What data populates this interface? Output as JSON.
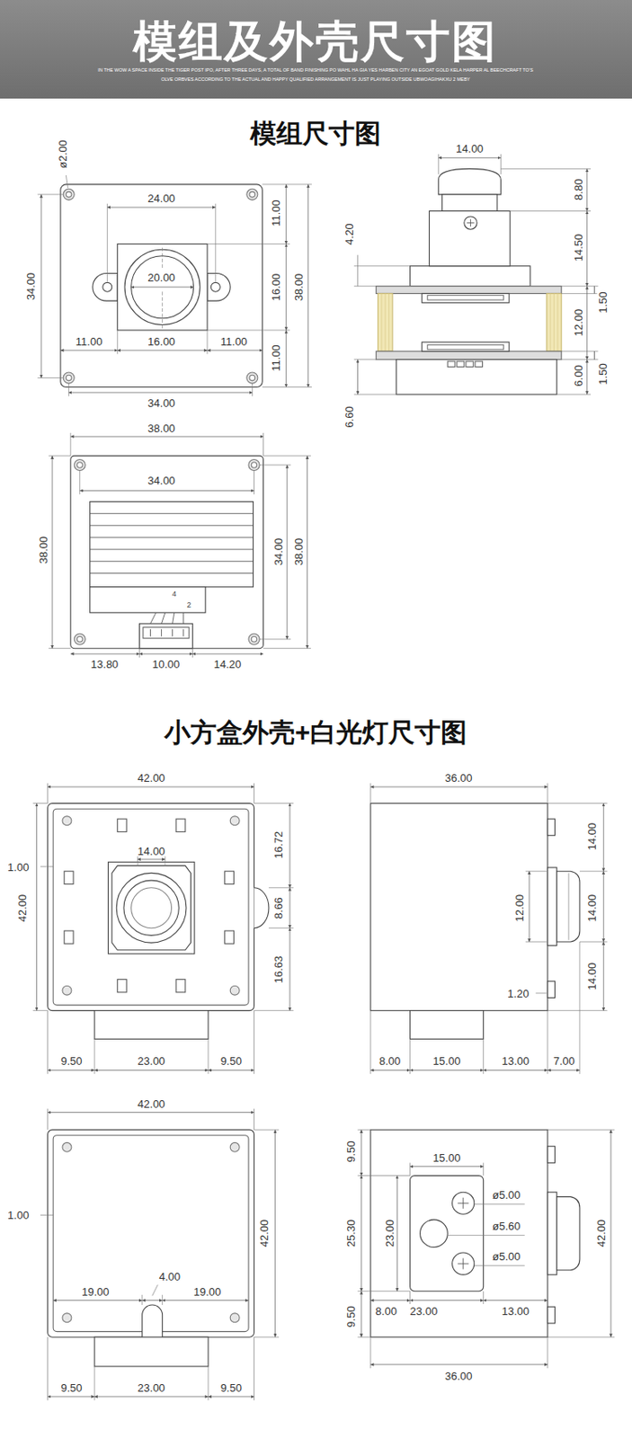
{
  "diagram": {
    "title": "模组及外壳尺寸图",
    "labels": [
      "IN THE WOW A SPACE INSIDE THE TIGER POST IPO, AFTER THREE DAYS, A TOTAL OF BAND FINISHING PO WAHL HA GIA YES HARBEN CITY AN EGOAT GOLD KELA HARPER AL BEECHCRAFT TO'S",
      "OLVE ORBVES ACCORDING TO THE ACTUAL AND HAPPY QUALIFIED ARRANGEMENT IS JUST PLAYING OUTSIDE UBWOAGIHAKXU 2 MEBY",
      "模组尺寸图",
      "ø2.00",
      "24.00",
      "20.00",
      "34.00",
      "11.00",
      "16.00",
      "11.00",
      "38.00",
      "11.00",
      "16.00",
      "11.00",
      "34.00",
      "14.00",
      "8.80",
      "4.20",
      "14.50",
      "1.50",
      "12.00",
      "6.00",
      "1.50",
      "6.60",
      "38.00",
      "34.00",
      "38.00",
      "34.00",
      "38.00",
      "4",
      "2",
      "13.80",
      "10.00",
      "14.20",
      "小方盒外壳+白光灯尺寸图",
      "42.00",
      "36.00",
      "16.72",
      "14.00",
      "14.00",
      "1.00",
      "42.00",
      "8.66",
      "12.00",
      "14.00",
      "16.63",
      "14.00",
      "1.20",
      "9.50",
      "23.00",
      "9.50",
      "8.00",
      "15.00",
      "13.00",
      "7.00",
      "42.00",
      "9.50",
      "15.00",
      "ø5.00",
      "1.00",
      "ø5.60",
      "42.00",
      "25.30",
      "23.00",
      "42.00",
      "ø5.00",
      "4.00",
      "19.00",
      "19.00",
      "9.50",
      "8.00",
      "23.00",
      "13.00",
      "36.00",
      "9.50",
      "23.00",
      "9.50"
    ]
  }
}
